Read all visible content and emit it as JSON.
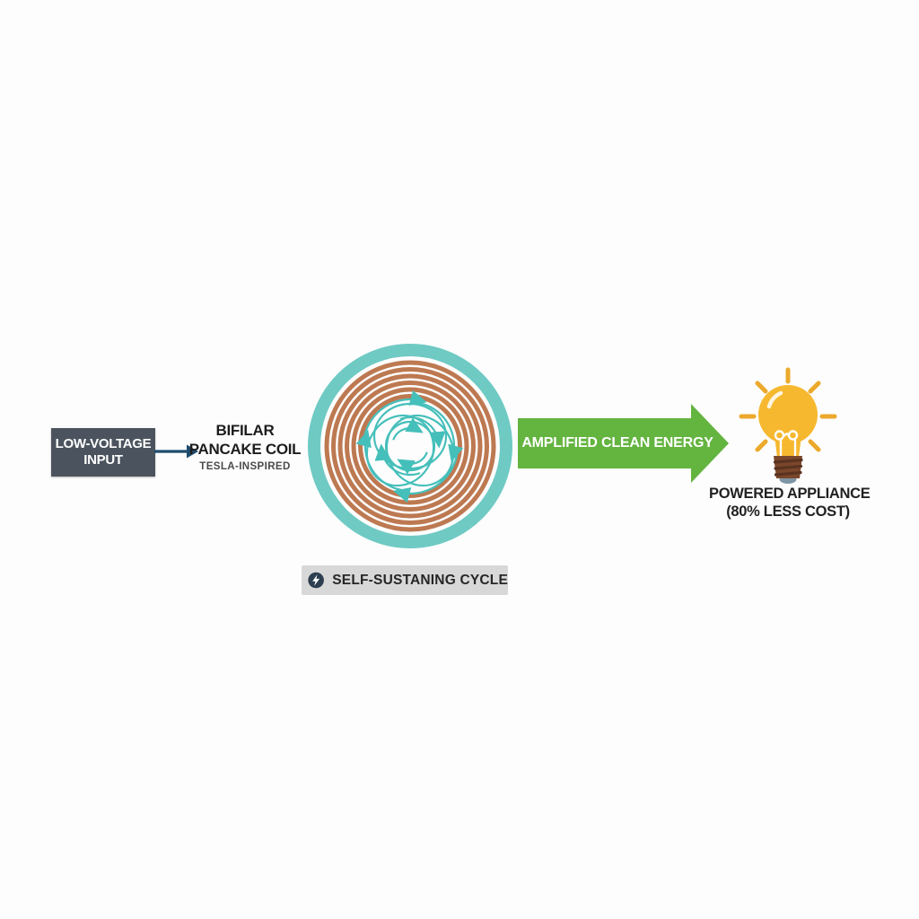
{
  "input_box": {
    "line1": "LOW-VOLTAGE",
    "line2": "INPUT"
  },
  "coil": {
    "title_line1": "BIFILAR",
    "title_line2": "PANCAKE COIL",
    "subtitle": "TESLA-INSPIRED"
  },
  "cycle_badge": {
    "label": "SELF-SUSTANING CYCLE",
    "icon": "lightning-bolt"
  },
  "energy_arrow": {
    "label": "AMPLIFIED CLEAN ENERGY"
  },
  "appliance": {
    "line1": "POWERED APPLIANCE",
    "line2": "(80% LESS COST)",
    "icon": "light-bulb"
  },
  "colors": {
    "input_box_bg": "#4b545e",
    "flow_arrow_navy": "#1e4b6e",
    "coil_outer_ring_teal": "#6fcac4",
    "coil_winding_copper": "#bd7951",
    "coil_swirl_teal": "#45bfba",
    "energy_arrow_green": "#64b440",
    "badge_bg": "#d8d8d8",
    "badge_icon_bg": "#2d3e50",
    "bulb_yellow": "#f6b82f",
    "bulb_base_brown": "#7a462c",
    "bulb_tip_gray": "#7e95a5",
    "text_dark": "#1d1d1f"
  }
}
